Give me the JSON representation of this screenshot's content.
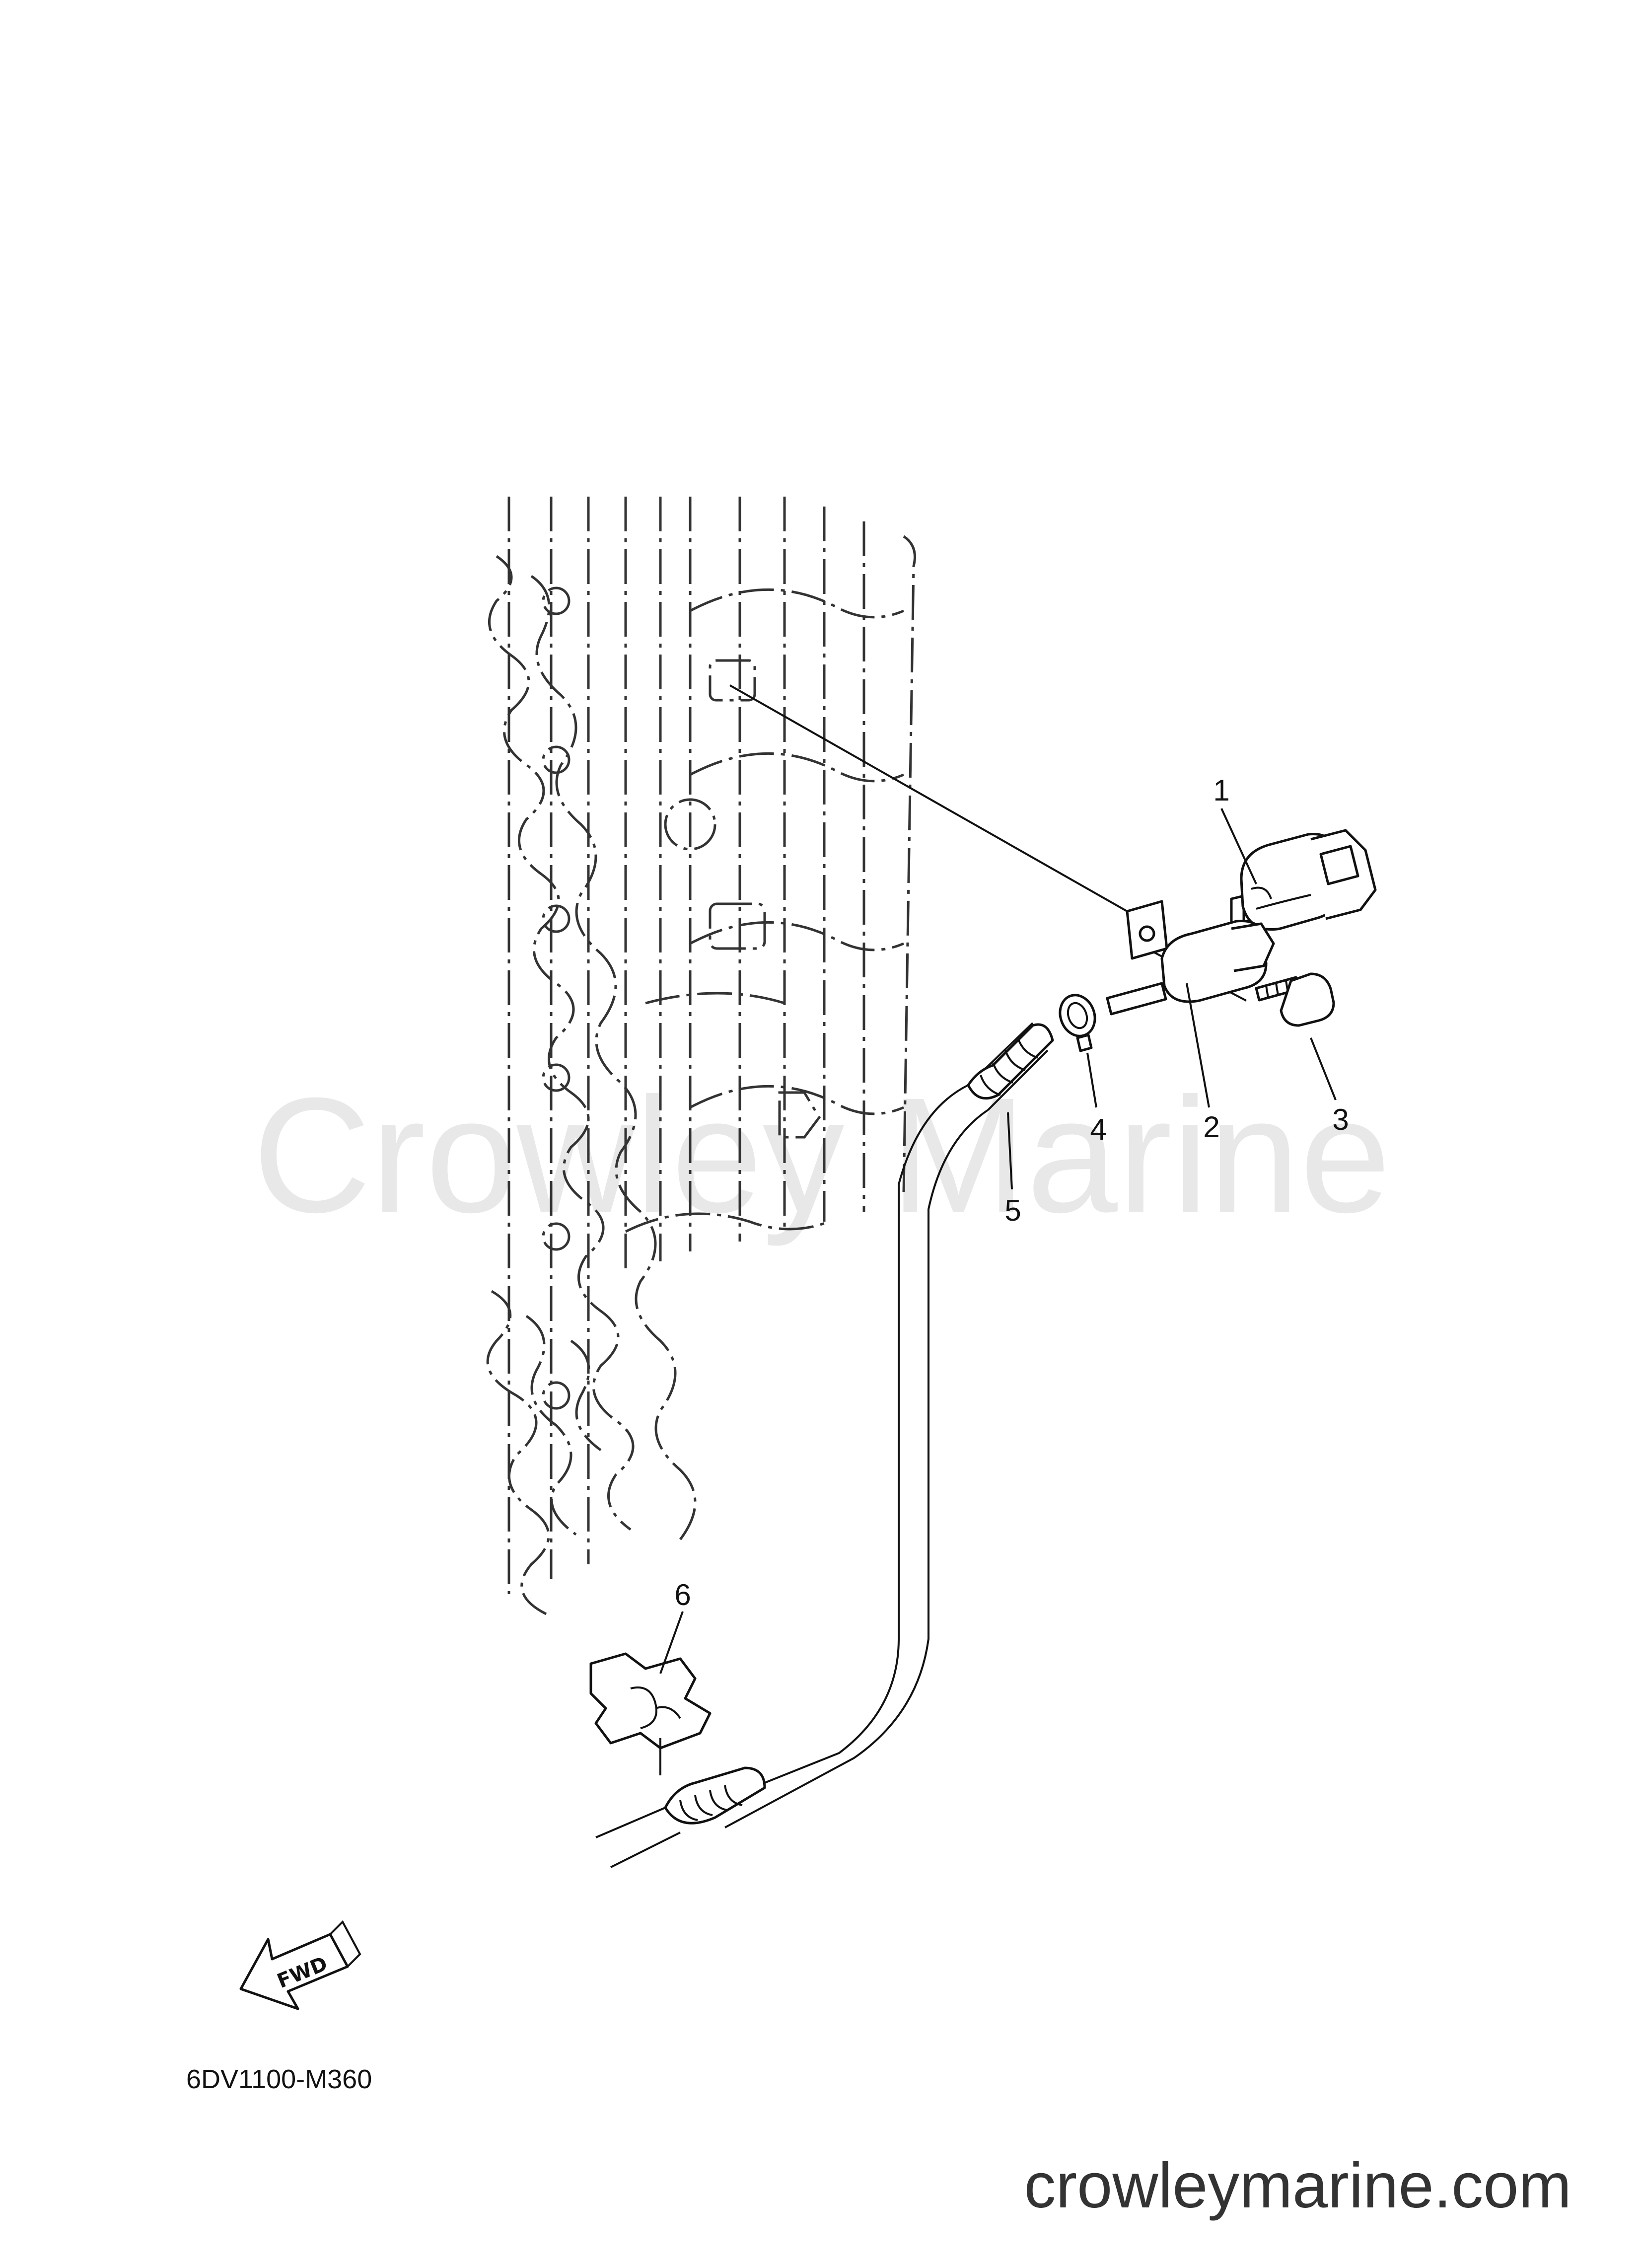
{
  "watermark": "Crowley Marine",
  "callouts": [
    "1",
    "2",
    "3",
    "4",
    "5",
    "6"
  ],
  "fwd_label": "FWD",
  "drawing_code": "6DV1100-M360",
  "site": "crowleymarine.com",
  "icons": [
    "fwd-arrow-icon"
  ]
}
